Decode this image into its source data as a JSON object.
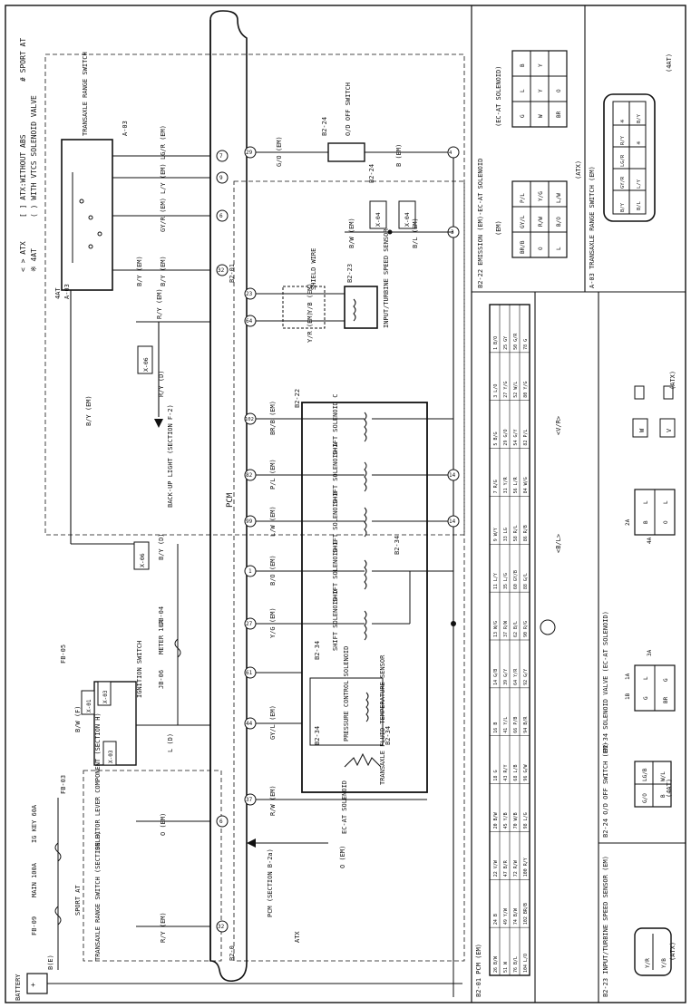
{
  "legend": {
    "atx": "< > ATX",
    "atx_without_abs": "[ ] ATX:WITHOUT ABS",
    "sport_at": "# SPORT AT",
    "four_at": "※ 4AT",
    "vtcs": "( ) WITH VTCS SOLENOID VALVE"
  },
  "battery": {
    "label": "BATTERY",
    "wire": "B(E)"
  },
  "fuses": {
    "main": "MAIN 100A",
    "ig_key": "IG KEY 60A",
    "meter": "METER 10A",
    "fb09": "FB-09",
    "fb03": "FB-03",
    "fb05": "FB-05",
    "jb04": "JB-04",
    "jb06": "JB-06"
  },
  "connectors": {
    "x01": "X-01",
    "x03a": "X-03",
    "x03b": "X-03",
    "x04a": "X-04",
    "x04b": "X-04",
    "x06a": "X-06",
    "x06b": "X-06"
  },
  "labels": {
    "pcm": "PCM",
    "pcm_ref": "PCM (SECTION B-2a)",
    "ignition_switch": "IGNITION SWITCH",
    "transaxle_range_switch": "TRANSAXLE RANGE SWITCH",
    "transaxle_range_switch_ref": "TRANSAXLE RANGE SWITCH (SECTION H)",
    "selector_lever": "SELECTOR LEVER COMPONENT (SECTION H)",
    "sport_at": "SPORT AT",
    "backup_light": "BACK-UP LIGHT (SECTION F-2)",
    "od_off_switch": "O/D OFF SWITCH",
    "input_turbine_sensor": "INPUT/TURBINE SPEED SENSOR",
    "shield_wire": "SHIELD WIRE",
    "ecat_solenoid": "EC-AT SOLENOID",
    "atx": "ATX",
    "b2_22": "B2-22",
    "b2_24": "B2-24",
    "b2_23": "B2-23",
    "b2_34": "B2-34",
    "b2_01": "B2-01",
    "b2_0": "B2-0",
    "a03": "A-03",
    "four_at": "4AT"
  },
  "solenoids": [
    {
      "name": "SHIFT SOLENOID C",
      "pin": "102",
      "wire": "BR/B (EM)"
    },
    {
      "name": "SHIFT SOLENOID A",
      "pin": "82",
      "wire": "P/L (EM)"
    },
    {
      "name": "SHIFT SOLENOID B",
      "pin": "99",
      "wire": "L/W (EM)"
    },
    {
      "name": "SHIFT SOLENOID E",
      "pin": "1",
      "wire": "B/O (EM)"
    },
    {
      "name": "SHIFT SOLENOID D",
      "pin": "27",
      "wire": "Y/G (EM)"
    },
    {
      "name": "PRESSURE CONTROL SOLENOID",
      "pin": "44",
      "wire": "GY/L (EM)"
    },
    {
      "name": "TRANSAXLE FLUID TEMPERATURE SENSOR",
      "pin": "37",
      "wire": "R/W (EM)"
    }
  ],
  "pcm_pins": [
    "29",
    "7",
    "9",
    "6",
    "32",
    "23",
    "64",
    "3",
    "4",
    "14",
    "61"
  ],
  "wires": {
    "lg_r": "LG/R (EM)",
    "l_y": "L/Y (EM)",
    "gy_r": "GY/R (EM)",
    "b_y": "B/Y (EM)",
    "r_y": "R/Y (EM)",
    "g_o": "G/O (EM)",
    "b": "B (EM)",
    "b_w": "B/W (EM)",
    "b_l": "B/L (EM)",
    "y_b": "Y/B (EM)",
    "y_r": "Y/R (EM)",
    "o": "O (EM)",
    "r_y_d": "R/Y (D)",
    "b_y_d": "B/Y (D)",
    "b_w_f": "B/W (F)",
    "l_d": "L (D)"
  },
  "connector_views": {
    "b2_01_title": "B2-01 PCM (EM)",
    "b2_23_title": "B2-23 INPUT/TURBINE SPEED SENSOR (EM)",
    "b2_24_title": "B2-24 O/D OFF SWITCH (EM)",
    "b2_34_title": "B2-34 SOLENOID VALVE (EC-AT SOLENOID)",
    "b2_22_title": "B2-22 EMISSION (EM)-EC-AT SOLENOID",
    "a03_title": "A-03 TRANSAXLE RANGE SWITCH (EM)",
    "atx": "(ATX)",
    "four_at": "(4AT)",
    "bl_mark": "<B/L>",
    "vr_mark": "<V/R>",
    "ecat_solenoid": "(EC-AT SOLENOID)",
    "em": "(EM)"
  },
  "pcm_grid": [
    [
      "26 B/W",
      "24 B",
      "22 V/W",
      "20 B/W",
      "18 G",
      "16 B",
      "14 G/B",
      "13 W/G",
      "11 L/Y",
      "9 W/Y",
      "7 R/G",
      "5 B/G",
      "3 L/O",
      "1 B/O"
    ],
    [
      "51 W",
      "49 Y/W",
      "47 B/R",
      "45 Y/B",
      "43 R/Y",
      "41 Y/L",
      "39 G/Y",
      "37 R/W",
      "35 L/G",
      "33 LG",
      "31 Y/R",
      "29 G/O",
      "27 Y/G",
      "25 GY"
    ],
    [
      "76 B/L",
      "74 B/W",
      "72 R/W",
      "70 W/B",
      "68 L/B",
      "66 P/B",
      "64 Y/R",
      "62 B/L",
      "60 GY/B",
      "58 R/L",
      "56 L/R",
      "54 G/Y",
      "52 W/L",
      "50 G/R"
    ],
    [
      "104 L/O",
      "102 BR/B",
      "100 R/Y",
      "98 L/G",
      "96 G/W",
      "94 B/R",
      "92 G/Y",
      "90 R/G",
      "88 G/L",
      "86 R/B",
      "84 W/G",
      "82 P/L",
      "80 Y/G",
      "78 G"
    ]
  ],
  "small_conn": {
    "b2_24_pins": [
      "G/O",
      "LG/B",
      "B",
      "W/L"
    ],
    "b2_23_pins": [
      "Y/R",
      "Y/B"
    ],
    "b2_34_a": [
      "G",
      "L",
      "BR",
      "G"
    ],
    "b2_34_b": [
      "B",
      "L",
      "O",
      "L"
    ],
    "b2_34_tags": [
      "1B",
      "1A",
      "3A",
      "2A",
      "4A"
    ],
    "b2_22_pins": [
      "BR/B",
      "GY/L",
      "P/L",
      "O",
      "R/W",
      "Y/G",
      "L",
      "B/O",
      "L/W"
    ],
    "ecat_pins": [
      "G",
      "L",
      "B",
      "W",
      "Y",
      "Y",
      "BR",
      "O"
    ],
    "a03_pins": [
      "B/Y",
      "GY/R",
      "LG/R",
      "R/Y",
      "※",
      "B/Y",
      "B/L",
      "L/Y",
      "※"
    ],
    "wv_pins": [
      "W",
      "V"
    ]
  },
  "colors": {
    "line": "#111111",
    "hatch": "#999999",
    "background": "#ffffff"
  }
}
